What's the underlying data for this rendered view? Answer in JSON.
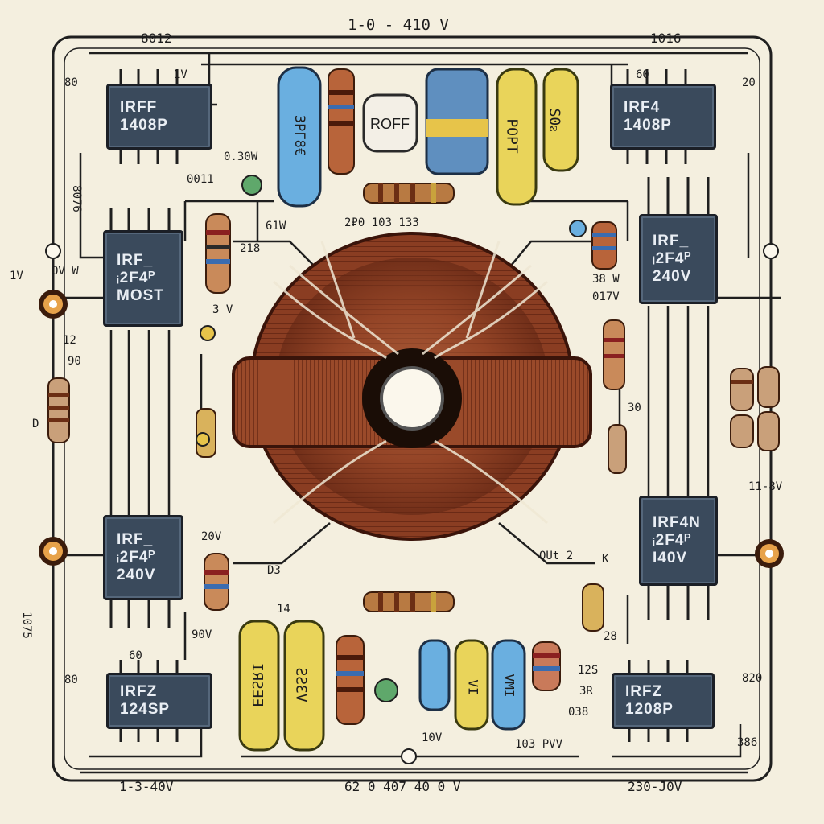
{
  "colors": {
    "background": "#f4efdf",
    "wire": "#1f1f1f",
    "copper": "#8a3d22",
    "chip": "#3a4a5c"
  },
  "chips": {
    "top_left": [
      "IRFF",
      "1408P"
    ],
    "top_right": [
      "IRF4",
      "1408P"
    ],
    "mid_left": [
      "IRF_",
      "ᵢ2F4ᴾ",
      "MOST"
    ],
    "mid_right": [
      "IRF_",
      "ᵢ2F4ᴾ",
      "240V"
    ],
    "low_left": [
      "IRF_",
      "ᵢ2F4ᴾ",
      "240V"
    ],
    "low_right": [
      "IRF4N",
      "ᵢ2F4ᴾ",
      "I40V"
    ],
    "bottom_left": [
      "IRFZ",
      "124SP"
    ],
    "bottom_right": [
      "IRFZ",
      "1208P"
    ]
  },
  "components": {
    "top_center_component": "ROFF",
    "cap_tall_1": "3PΓ8€",
    "cap_yellow_top": "POPT",
    "cap_yellow_top2": "S0ᴤ",
    "cap_bottom_1": "IЯƧƎƎ",
    "cap_bottom_2": "ƧƧƐV",
    "cap_bottom_3": "VI",
    "cap_bottom_4": "VMI"
  },
  "labels": {
    "top_center": "1-0  -  410  V",
    "top_left": "8012",
    "top_right": "1016",
    "tl_1v": "1V",
    "tl_80": "80",
    "tr_20": "20",
    "tr_60": "60",
    "l_8076": "8076",
    "l_ov": "OV  W",
    "l_1v": "1V",
    "l_12": "12",
    "l_90": "90",
    "l_1075": "1075",
    "l_d": "D",
    "bottom_left": "1-3-40V",
    "bottom_center": "62  0  407  40  0  V",
    "bottom_right": "230-J0V",
    "mid_label_1": "2₽0  103 133",
    "mid_label_2": "61W",
    "mid_label_3": "218",
    "mid_label_4": "0011",
    "mid_label_5": "0.30W",
    "mid_label_6": "3  V",
    "r_38w": "38 W",
    "r_017v": "017V",
    "r_30": "30",
    "r_18v": "11-8V",
    "r_12s": "12S",
    "r_3r": "3R",
    "r_038": "038",
    "r_103": "103  PVV",
    "low_20v": "20V",
    "low_d3": "D3",
    "low_14": "14",
    "low_90v": "90V",
    "low_10v": "10V",
    "low_out": "OUt  2",
    "low_k": "K",
    "low_28": "28",
    "b_80": "80",
    "b_60": "60",
    "b_820": "820",
    "b_386": "386"
  }
}
